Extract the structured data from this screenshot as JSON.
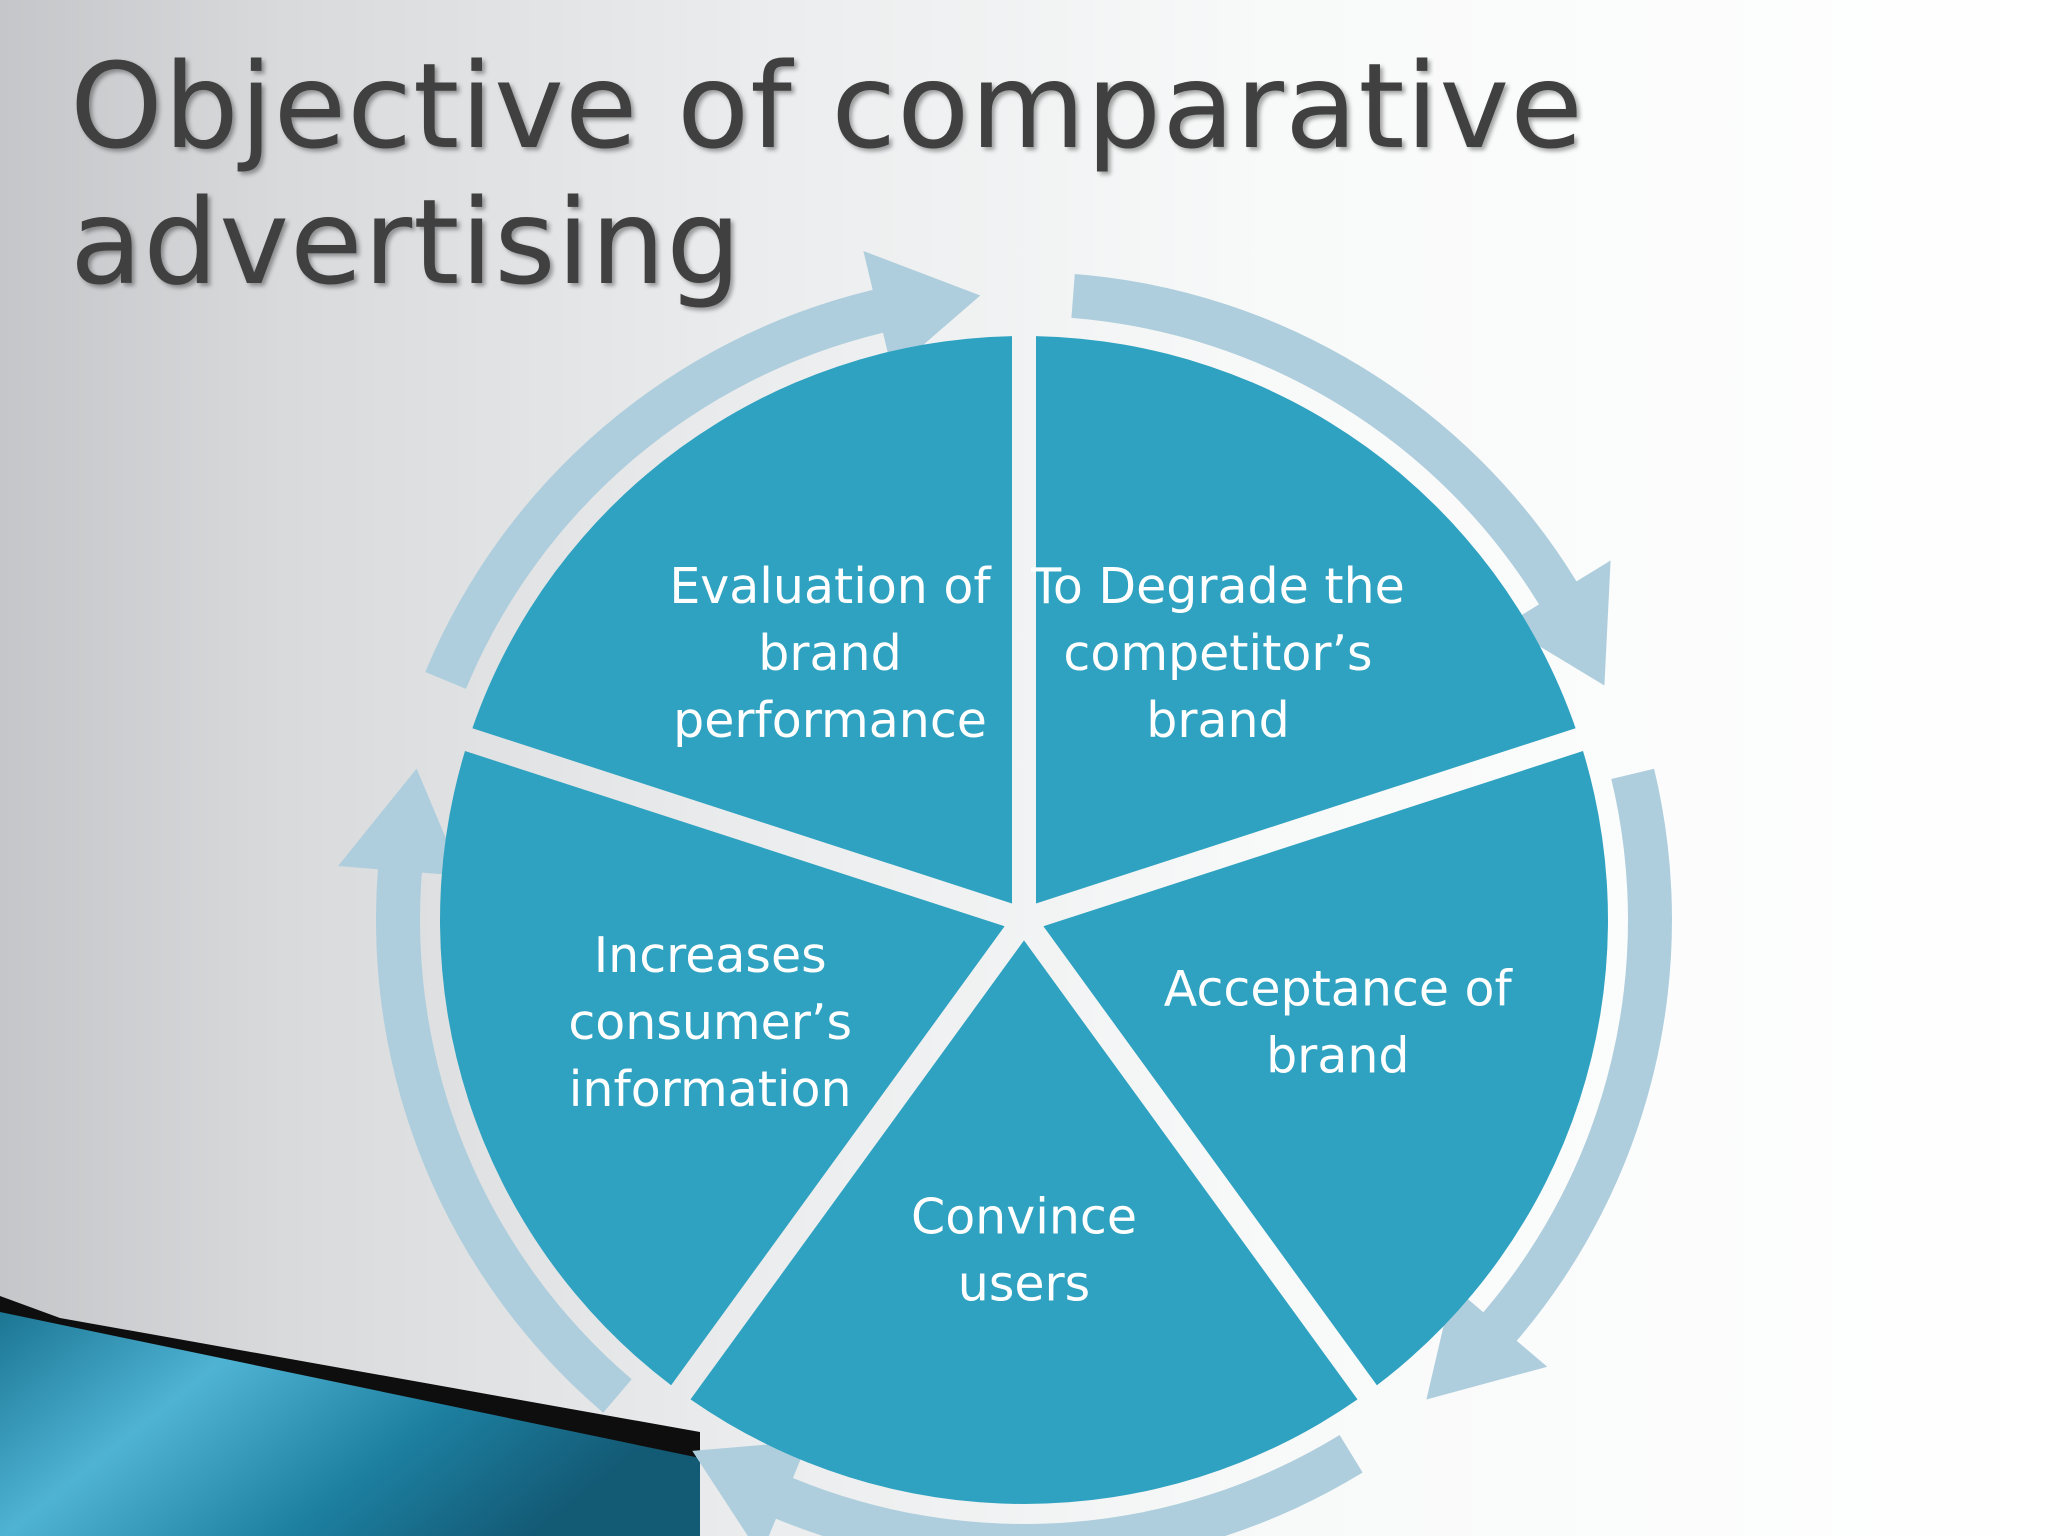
{
  "slide": {
    "title_line1": "Objective of comparative",
    "title_line2": "advertising"
  },
  "diagram": {
    "type": "cycle",
    "colors": {
      "segment": "#2ea2c0",
      "ring": "#aecedd",
      "gap": "#e9f1f4",
      "label": "#ffffff"
    },
    "segments": [
      {
        "lines": [
          "To Degrade the",
          "competitor’s",
          "brand"
        ]
      },
      {
        "lines": [
          "Acceptance of",
          "brand"
        ]
      },
      {
        "lines": [
          "Convince",
          "users"
        ]
      },
      {
        "lines": [
          "Increases",
          "consumer’s",
          "information"
        ]
      },
      {
        "lines": [
          "Evaluation of",
          "brand",
          "performance"
        ]
      }
    ]
  }
}
